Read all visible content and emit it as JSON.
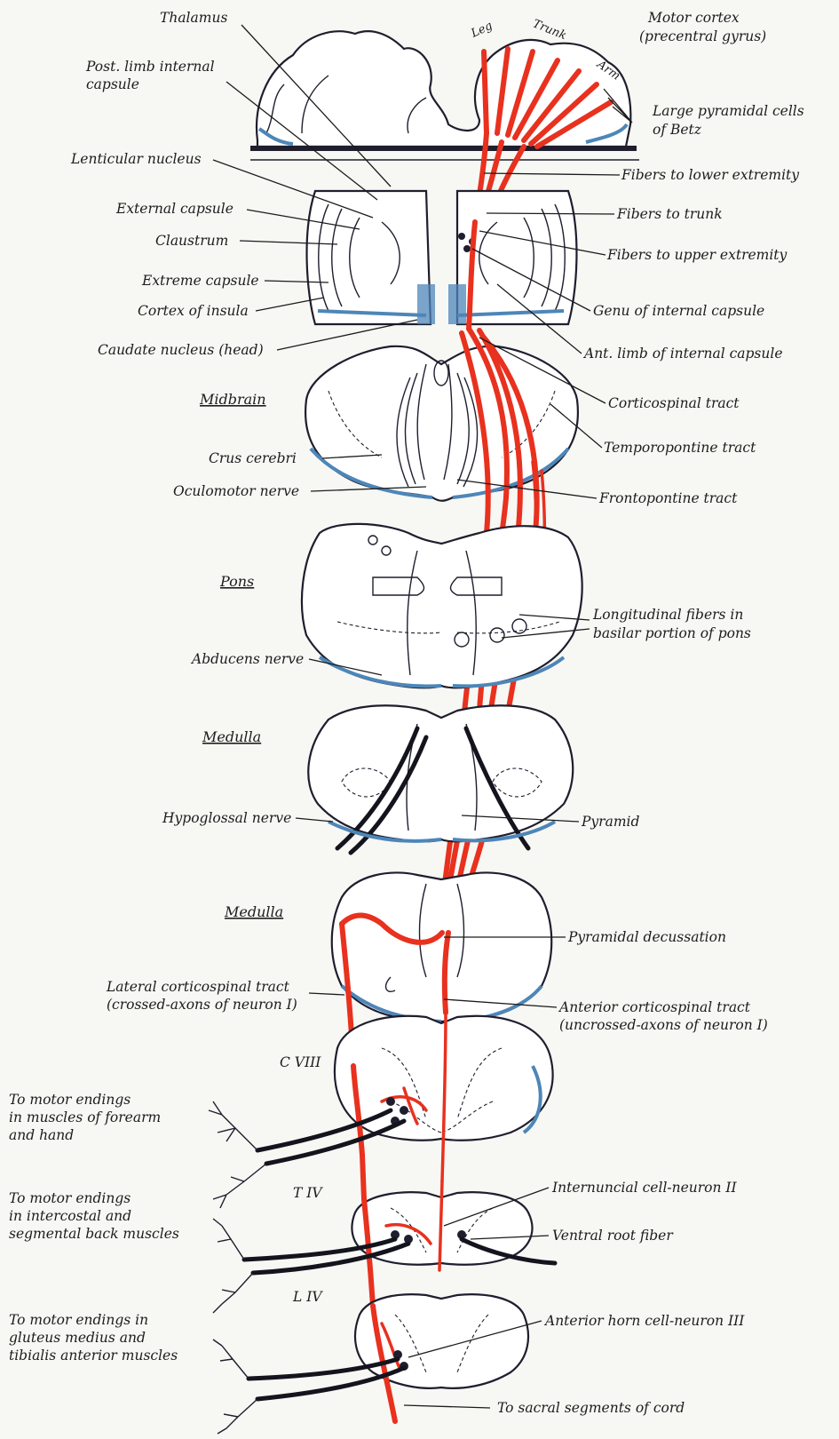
{
  "labels": {
    "thalamus": "Thalamus",
    "post_limb_1": "Post. limb internal",
    "post_limb_2": "capsule",
    "lenticular": "Lenticular nucleus",
    "external_capsule": "External capsule",
    "claustrum": "Claustrum",
    "extreme_capsule": "Extreme capsule",
    "cortex_insula": "Cortex of insula",
    "caudate": "Caudate nucleus (head)",
    "motor_cortex_1": "Motor cortex",
    "motor_cortex_2": "(precentral gyrus)",
    "leg": "Leg",
    "trunk": "Trunk",
    "arm": "Arm",
    "betz_1": "Large pyramidal cells",
    "betz_2": "of Betz",
    "fibers_lower": "Fibers to lower extremity",
    "fibers_trunk": "Fibers to trunk",
    "fibers_upper": "Fibers to upper extremity",
    "genu": "Genu of internal capsule",
    "ant_limb": "Ant. limb of internal capsule",
    "midbrain": "Midbrain",
    "corticospinal": "Corticospinal tract",
    "temporopontine": "Temporopontine tract",
    "crus": "Crus cerebri",
    "oculomotor": "Oculomotor nerve",
    "frontopontine": "Frontopontine tract",
    "pons": "Pons",
    "longitudinal_1": "Longitudinal fibers in",
    "longitudinal_2": "basilar portion of pons",
    "abducens": "Abducens nerve",
    "medulla_1": "Medulla",
    "hypoglossal": "Hypoglossal nerve",
    "pyramid": "Pyramid",
    "medulla_2": "Medulla",
    "decussation": "Pyramidal decussation",
    "lateral_cst_1": "Lateral corticospinal tract",
    "lateral_cst_2": "(crossed-axons of neuron I)",
    "anterior_cst_1": "Anterior corticospinal tract",
    "anterior_cst_2": "(uncrossed-axons of neuron I)",
    "c8": "C VIII",
    "forearm_1": "To motor endings",
    "forearm_2": "in muscles of forearm",
    "forearm_3": "and hand",
    "t4": "T IV",
    "intercostal_1": "To motor endings",
    "intercostal_2": "in intercostal and",
    "intercostal_3": "segmental back muscles",
    "internuncial": "Internuncial cell-neuron II",
    "ventral_root": "Ventral root fiber",
    "l4": "L IV",
    "gluteus_1": "To motor endings in",
    "gluteus_2": "gluteus medius and",
    "gluteus_3": "tibialis anterior muscles",
    "anterior_horn": "Anterior horn cell-neuron III",
    "sacral": "To sacral segments of cord"
  },
  "colors": {
    "tract": "#e8311e",
    "outline": "#1e1e2e",
    "shading": "#4d86b8",
    "background": "#f7f7f4"
  }
}
